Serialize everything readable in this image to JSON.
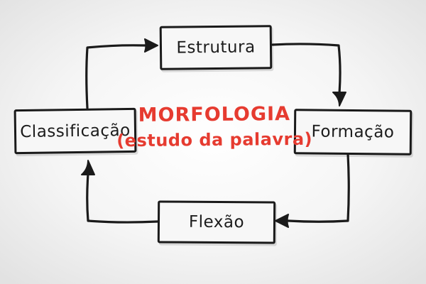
{
  "diagram": {
    "title": "MORFOLOGIA",
    "subtitle": "(estudo da palavra)",
    "title_color": "#e63b30",
    "nodes": {
      "top": "Estrutura",
      "right": "Formação",
      "bottom": "Flexão",
      "left": "Classificação"
    },
    "edges": [
      {
        "from": "Classificação",
        "to": "Estrutura",
        "direction": "up-then-right"
      },
      {
        "from": "Estrutura",
        "to": "Formação",
        "direction": "right-then-down"
      },
      {
        "from": "Formação",
        "to": "Flexão",
        "direction": "down-then-left"
      },
      {
        "from": "Flexão",
        "to": "Classificação",
        "direction": "left-then-up"
      }
    ],
    "cycle": "clockwise",
    "colors": {
      "stroke": "#1a1a1a",
      "box_fill": "#f7f7f7",
      "background_center": "#ffffff",
      "background_edge": "#e2e2e2"
    }
  }
}
